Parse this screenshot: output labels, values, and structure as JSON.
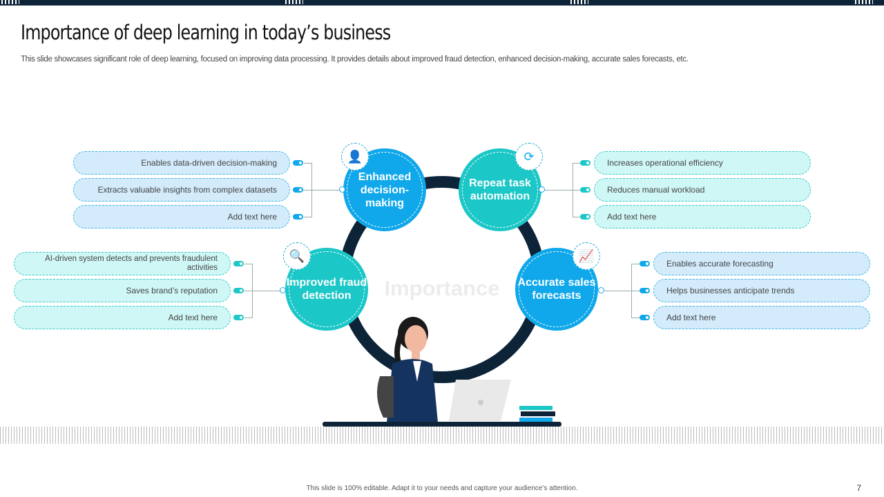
{
  "title": "Importance of deep learning in today’s business",
  "subtitle": "This slide showcases significant role of deep learning, focused on improving data processing. It provides details about improved fraud detection, enhanced decision-making, accurate sales forecasts, etc.",
  "center_label": "Importance",
  "nodes": [
    {
      "label": "Enhanced decision-making",
      "icon": "decision-person-icon",
      "items": [
        "Enables data-driven decision-making",
        "Extracts valuable insights from complex datasets",
        "Add text here"
      ]
    },
    {
      "label": "Repeat task automation",
      "icon": "automation-cycle-icon",
      "items": [
        "Increases operational efficiency",
        "Reduces manual workload",
        "Add text here"
      ]
    },
    {
      "label": "Improved fraud detection",
      "icon": "fraud-search-icon",
      "items": [
        "AI-driven system detects and prevents fraudulent activities",
        "Saves brand’s reputation",
        "Add text here"
      ]
    },
    {
      "label": "Accurate sales forecasts",
      "icon": "sales-chart-icon",
      "items": [
        "Enables accurate forecasting",
        "Helps businesses anticipate trends",
        "Add text here"
      ]
    }
  ],
  "footer": "This slide is 100% editable. Adapt it to your needs and capture your audience’s attention.",
  "page_number": "7",
  "colors": {
    "navy": "#0c2338",
    "blue": "#10a8ea",
    "teal": "#1cc7c7"
  }
}
